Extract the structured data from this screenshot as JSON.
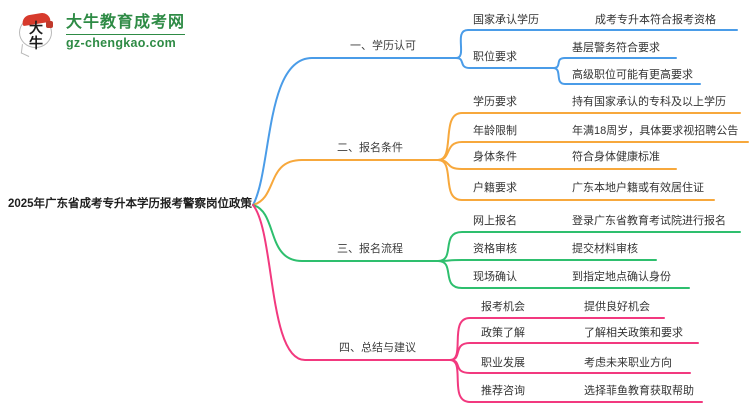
{
  "logo": {
    "icon_text": "大牛",
    "site_name": "大牛教育成考网",
    "site_url": "gz-chengkao.com"
  },
  "root": {
    "title": "2025年广东省成考专升本学历报考警察岗位政策"
  },
  "colors": {
    "logo_green": "#2e8b45",
    "title_text": "#1f1f1f"
  },
  "branches": [
    {
      "label": "一、学历认可",
      "color": "#4a9ce8",
      "children": [
        {
          "label": "国家承认学历",
          "leaves": [
            "成考专升本符合报考资格"
          ]
        },
        {
          "label": "职位要求",
          "leaves": [
            "基层警务符合要求",
            "高级职位可能有更高要求"
          ]
        }
      ]
    },
    {
      "label": "二、报名条件",
      "color": "#f7a83c",
      "children": [
        {
          "label": "学历要求",
          "leaves": [
            "持有国家承认的专科及以上学历"
          ]
        },
        {
          "label": "年龄限制",
          "leaves": [
            "年满18周岁，具体要求视招聘公告"
          ]
        },
        {
          "label": "身体条件",
          "leaves": [
            "符合身体健康标准"
          ]
        },
        {
          "label": "户籍要求",
          "leaves": [
            "广东本地户籍或有效居住证"
          ]
        }
      ]
    },
    {
      "label": "三、报名流程",
      "color": "#2ebf6e",
      "children": [
        {
          "label": "网上报名",
          "leaves": [
            "登录广东省教育考试院进行报名"
          ]
        },
        {
          "label": "资格审核",
          "leaves": [
            "提交材料审核"
          ]
        },
        {
          "label": "现场确认",
          "leaves": [
            "到指定地点确认身份"
          ]
        }
      ]
    },
    {
      "label": "四、总结与建议",
      "color": "#f2397f",
      "children": [
        {
          "label": "报考机会",
          "leaves": [
            "提供良好机会"
          ]
        },
        {
          "label": "政策了解",
          "leaves": [
            "了解相关政策和要求"
          ]
        },
        {
          "label": "职业发展",
          "leaves": [
            "考虑未来职业方向"
          ]
        },
        {
          "label": "推荐咨询",
          "leaves": [
            "选择菲鱼教育获取帮助"
          ]
        }
      ]
    }
  ]
}
